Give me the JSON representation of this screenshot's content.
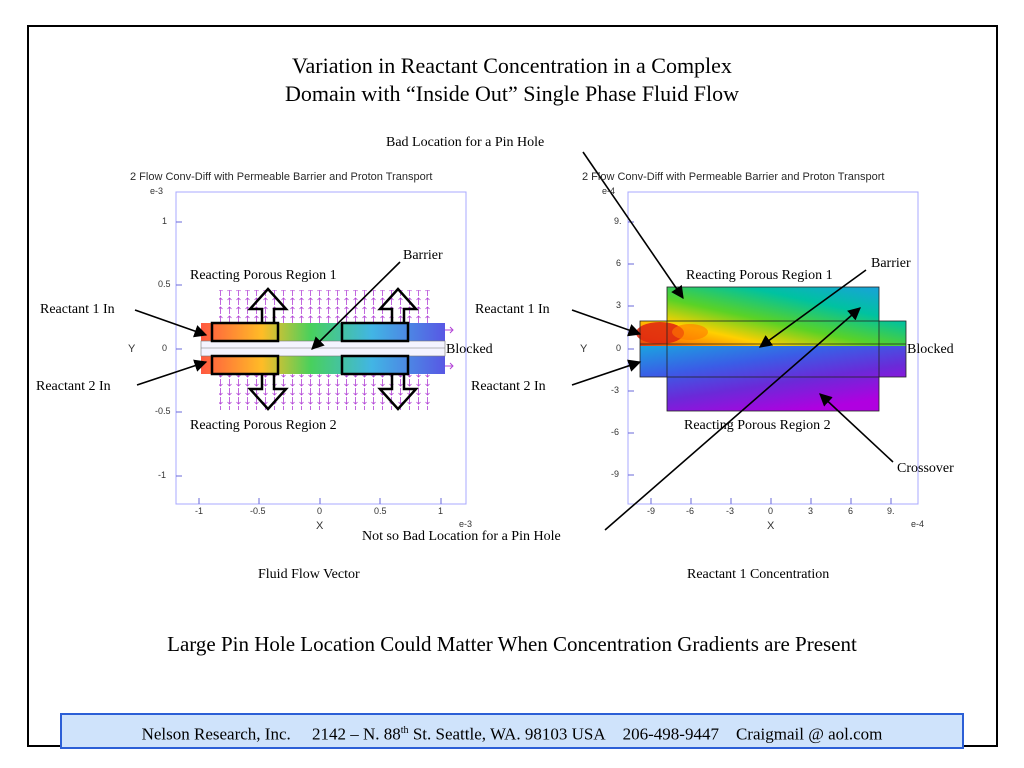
{
  "slide": {
    "title_line1": "Variation in Reactant Concentration in a Complex",
    "title_line2": "Domain with “Inside Out” Single Phase Fluid Flow",
    "conclusion": "Large Pin Hole Location Could Matter When Concentration Gradients are Present",
    "footer": {
      "company": "Nelson Research, Inc.",
      "address_pre": "2142 –  N. 88",
      "address_sup": "th",
      "address_post": " St. Seattle, WA. 98103   USA",
      "phone": "206-498-9447",
      "email": "Craigmail @ aol.com"
    }
  },
  "left_plot": {
    "title": "2 Flow Conv-Diff with Permeable Barrier and Proton Transport",
    "caption": "Fluid Flow Vector",
    "y_exponent": "e-3",
    "x_exponent": "e-3",
    "xlabel": "X",
    "ylabel": "Y",
    "x_ticks": [
      "-1",
      "-0.5",
      "0",
      "0.5",
      "1"
    ],
    "y_ticks": [
      "1",
      "0.5",
      "0",
      "-0.5",
      "-1"
    ]
  },
  "right_plot": {
    "title": "2 Flow Conv-Diff with Permeable Barrier and Proton Transport",
    "caption": "Reactant 1 Concentration",
    "y_exponent": "e-4",
    "x_exponent": "e-4",
    "xlabel": "X",
    "ylabel": "Y",
    "x_ticks": [
      "-9",
      "-6",
      "-3",
      "0",
      "3",
      "6",
      "9."
    ],
    "y_ticks": [
      "9.",
      "6",
      "3",
      "0",
      "-3",
      "-6",
      "-9"
    ]
  },
  "annotations": {
    "bad_pin_hole": "Bad Location for a Pin Hole",
    "not_so_bad_pin_hole": "Not so Bad Location for a Pin Hole",
    "barrier_left": "Barrier",
    "barrier_right": "Barrier",
    "region1_left": "Reacting Porous Region 1",
    "region2_left": "Reacting Porous Region 2",
    "region1_right": "Reacting Porous Region 1",
    "region2_right": "Reacting Porous Region 2",
    "reactant1_left": "Reactant 1 In",
    "reactant2_left": "Reactant 2 In",
    "reactant1_right": "Reactant 1 In",
    "reactant2_right": "Reactant 2 In",
    "blocked_left": "Blocked",
    "blocked_right": "Blocked",
    "crossover": "Crossover"
  }
}
